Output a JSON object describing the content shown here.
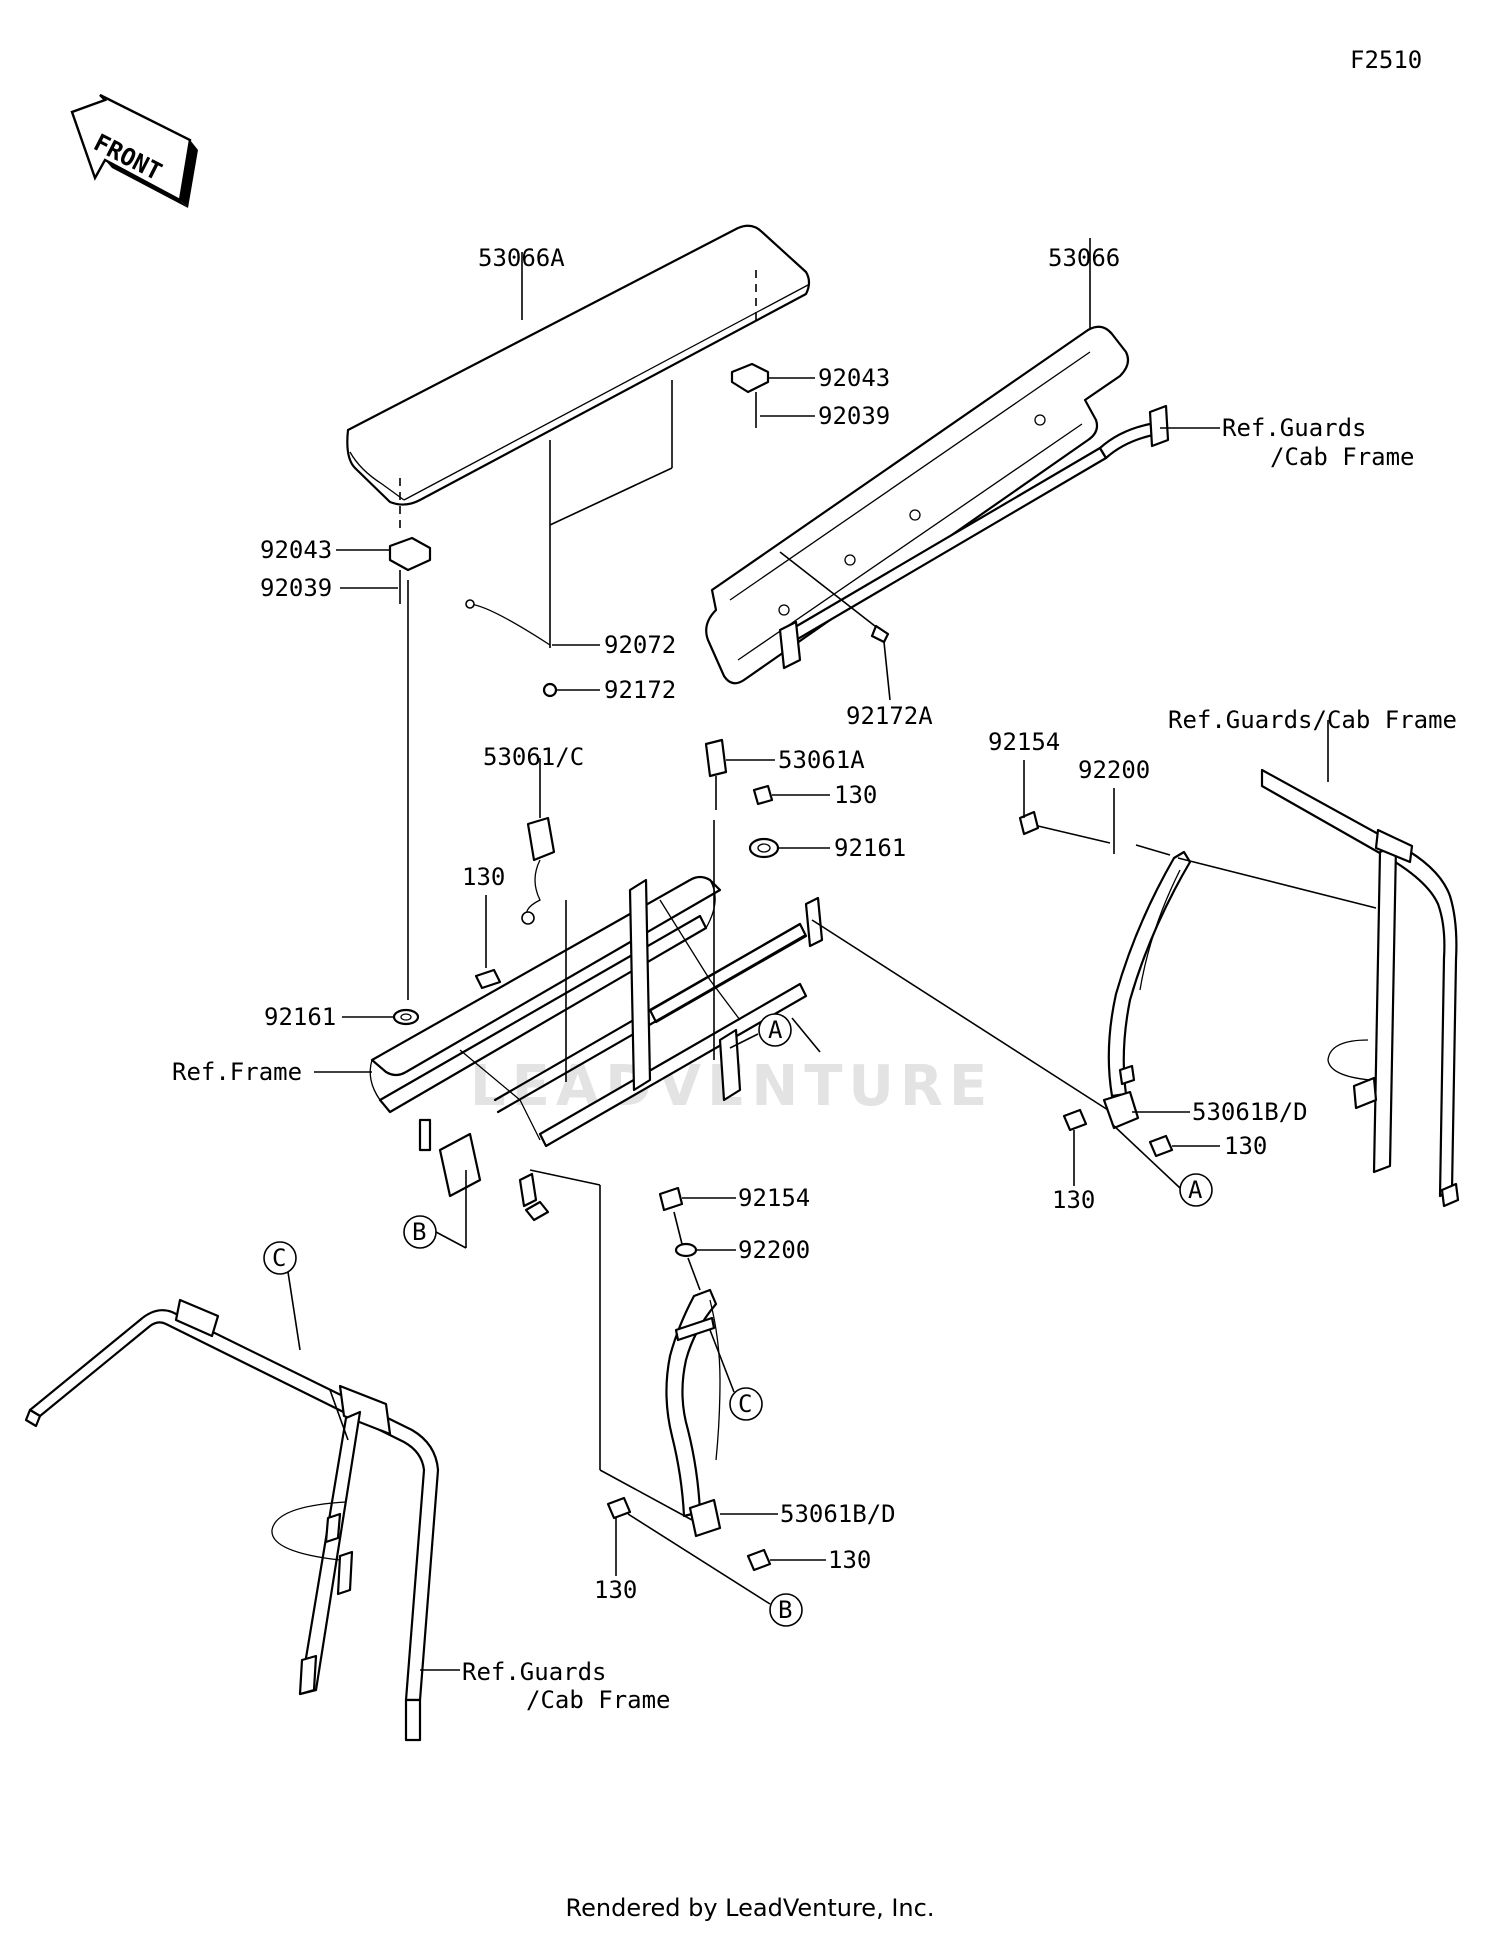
{
  "diagram_code": "F2510",
  "front_label": "FRONT",
  "watermark": "LEADVENTURE",
  "footer": "Rendered by LeadVenture, Inc.",
  "labels": {
    "l_53066A": "53066A",
    "l_53066": "53066",
    "l_92043_top": "92043",
    "l_92039_top": "92039",
    "l_ref_guards_top_1": "Ref.Guards",
    "l_ref_guards_top_2": "/Cab Frame",
    "l_92043_left": "92043",
    "l_92039_left": "92039",
    "l_92072": "92072",
    "l_92172": "92172",
    "l_92172A": "92172A",
    "l_ref_guards_right": "Ref.Guards/Cab Frame",
    "l_92154_right": "92154",
    "l_92200_right": "92200",
    "l_53061C": "53061/C",
    "l_53061A": "53061A",
    "l_130_a": "130",
    "l_92161_right": "92161",
    "l_130_b": "130",
    "l_92161_left": "92161",
    "l_ref_frame": "Ref.Frame",
    "l_53061BD_right": "53061B/D",
    "l_130_c": "130",
    "l_130_d": "130",
    "l_92154_center": "92154",
    "l_92200_center": "92200",
    "l_53061BD_center": "53061B/D",
    "l_130_e": "130",
    "l_130_f": "130",
    "l_ref_guards_bottom_1": "Ref.Guards",
    "l_ref_guards_bottom_2": "/Cab Frame"
  },
  "callouts": {
    "A": "A",
    "B": "B",
    "C": "C"
  }
}
